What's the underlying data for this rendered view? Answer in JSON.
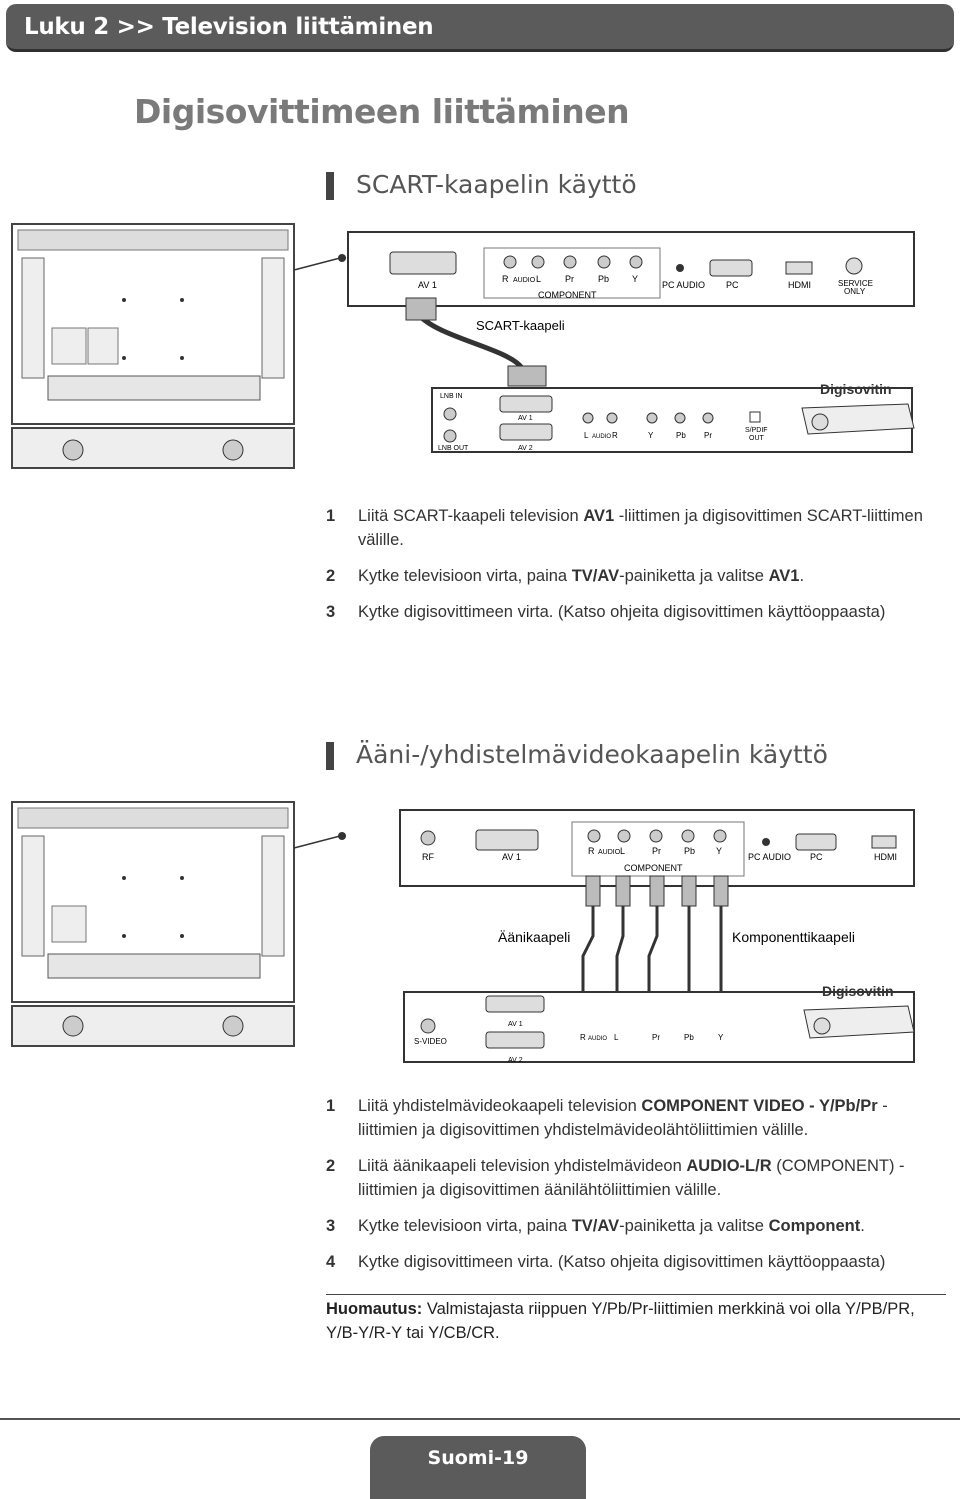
{
  "chapter": "Luku 2 >> Television liittäminen",
  "page_title": "Digisovittimeen liittäminen",
  "section1": {
    "heading": "SCART-kaapelin käyttö",
    "diagram": {
      "tv_ports": [
        "AV 1",
        "R",
        "AUDIO",
        "L",
        "Pr",
        "Pb",
        "Y",
        "COMPONENT",
        "PC AUDIO",
        "PC",
        "HDMI",
        "SERVICE",
        "ONLY"
      ],
      "cable_label": "SCART-kaapeli",
      "device_title": "Digisovitin",
      "device_ports": [
        "LNB IN",
        "LNB OUT",
        "AV 1",
        "AV 2",
        "L",
        "AUDIO",
        "R",
        "Y",
        "Pb",
        "Pr",
        "S/PDIF",
        "OUT"
      ]
    },
    "steps": [
      {
        "num": "1",
        "pre": "Liitä SCART-kaapeli television ",
        "b1": "AV1",
        "post": " -liittimen ja digisovittimen SCART-liittimen välille."
      },
      {
        "num": "2",
        "pre": "Kytke televisioon virta, paina ",
        "b1": "TV/AV",
        "mid": "-painiketta ja valitse ",
        "b2": "AV1",
        "post": "."
      },
      {
        "num": "3",
        "text": "Kytke digisovittimeen virta. (Katso ohjeita digisovittimen käyttöoppaasta)"
      }
    ]
  },
  "section2": {
    "heading": "Ääni-/yhdistelmävideokaapelin käyttö",
    "diagram": {
      "tv_ports": [
        "RF",
        "AV 1",
        "R",
        "AUDIO",
        "L",
        "Pr",
        "Pb",
        "Y",
        "COMPONENT",
        "PC AUDIO",
        "PC",
        "HDMI"
      ],
      "audio_cable_label": "Äänikaapeli",
      "component_cable_label": "Komponenttikaapeli",
      "device_title": "Digisovitin",
      "device_ports": [
        "S-VIDEO",
        "AV 1",
        "AV 2",
        "R",
        "AUDIO",
        "L",
        "Pr",
        "Pb",
        "Y"
      ]
    },
    "steps": [
      {
        "num": "1",
        "pre": "Liitä yhdistelmävideokaapeli television ",
        "b1": "COMPONENT VIDEO - Y/Pb/Pr",
        "post": " -liittimien ja digisovittimen yhdistelmävideolähtöliittimien välille."
      },
      {
        "num": "2",
        "pre": "Liitä äänikaapeli television yhdistelmävideon ",
        "b1": "AUDIO-L/R",
        "post": " (COMPONENT) -liittimien ja digisovittimen äänilähtöliittimien välille."
      },
      {
        "num": "3",
        "pre": "Kytke televisioon virta, paina ",
        "b1": "TV/AV",
        "mid": "-painiketta ja valitse ",
        "b2": "Component",
        "post": "."
      },
      {
        "num": "4",
        "text": "Kytke digisovittimeen virta. (Katso ohjeita digisovittimen käyttöoppaasta)"
      }
    ]
  },
  "note": {
    "label": "Huomautus:",
    "text": "Valmistajasta riippuen Y/Pb/Pr-liittimien merkkinä voi olla Y/PB/PR, Y/B-Y/R-Y tai Y/CB/CR."
  },
  "footer": "Suomi-19"
}
